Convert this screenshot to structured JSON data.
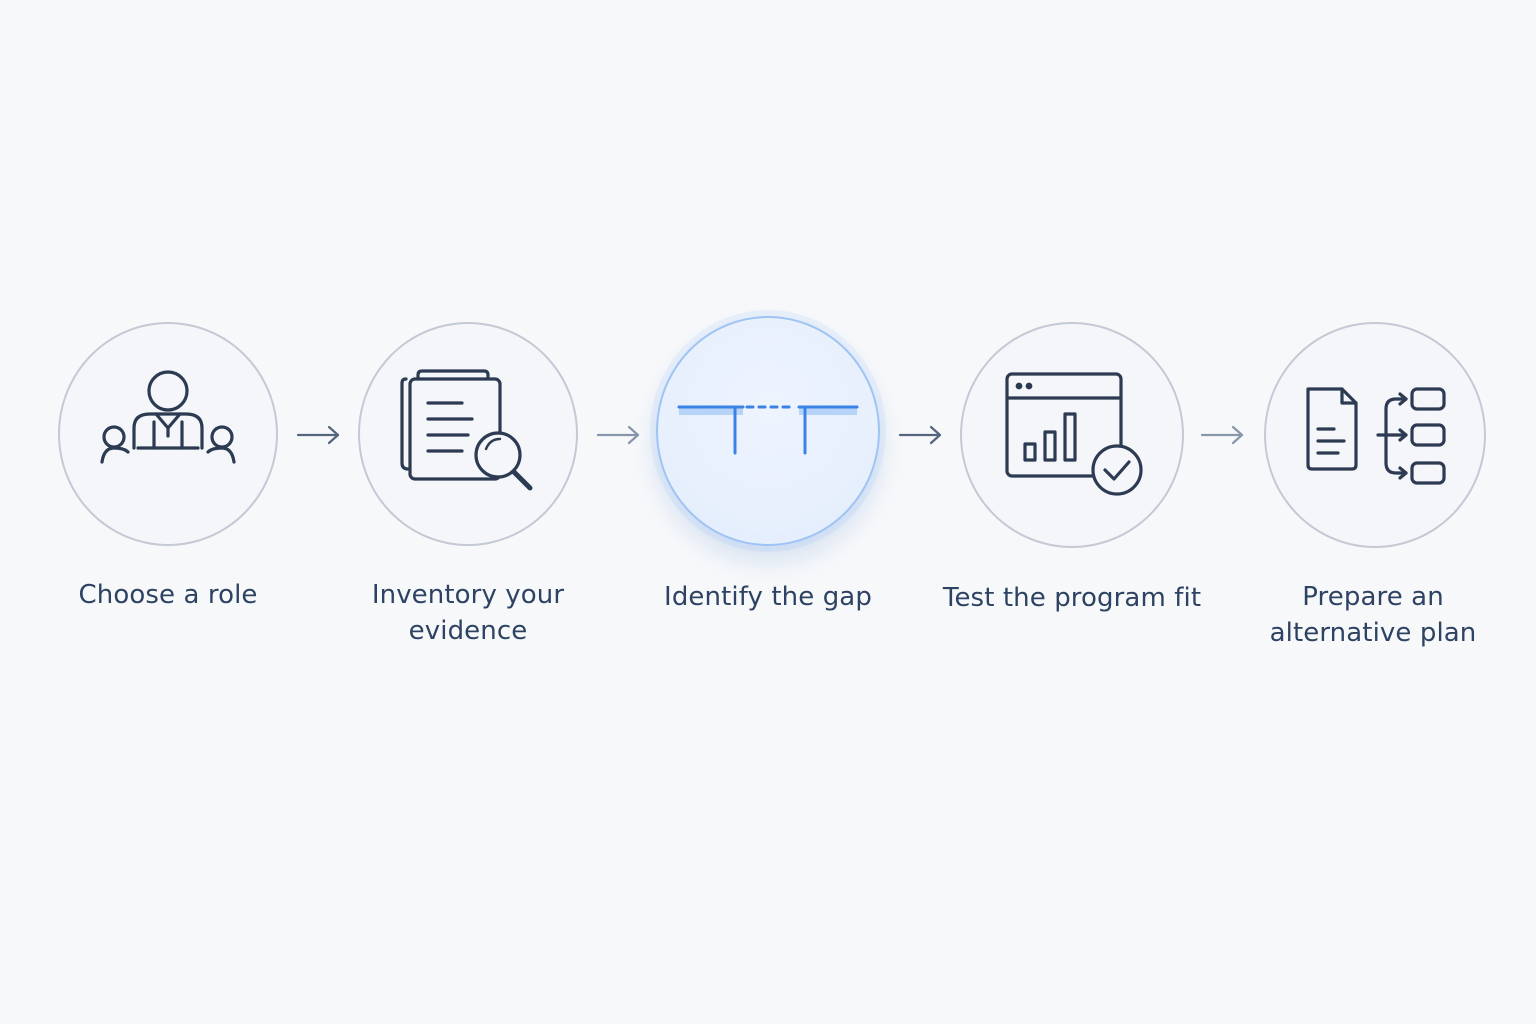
{
  "diagram": {
    "steps": [
      {
        "label": "Choose a role",
        "icon": "people-role-icon",
        "active": false
      },
      {
        "label": "Inventory your evidence",
        "icon": "documents-magnifier-icon",
        "active": false
      },
      {
        "label": "Identify the gap",
        "icon": "gap-icon",
        "active": true
      },
      {
        "label": "Test the program fit",
        "icon": "browser-chart-check-icon",
        "active": false
      },
      {
        "label": "Prepare an alternative plan",
        "icon": "document-branches-icon",
        "active": false
      }
    ],
    "arrow_icon": "arrow-right-icon"
  },
  "colors": {
    "background": "#f7f8fa",
    "circle_border": "#c3cad5",
    "icon_stroke": "#2c3a52",
    "label_text": "#2e4363",
    "accent": "#3b82e6",
    "active_border": "#9fc3f3"
  }
}
